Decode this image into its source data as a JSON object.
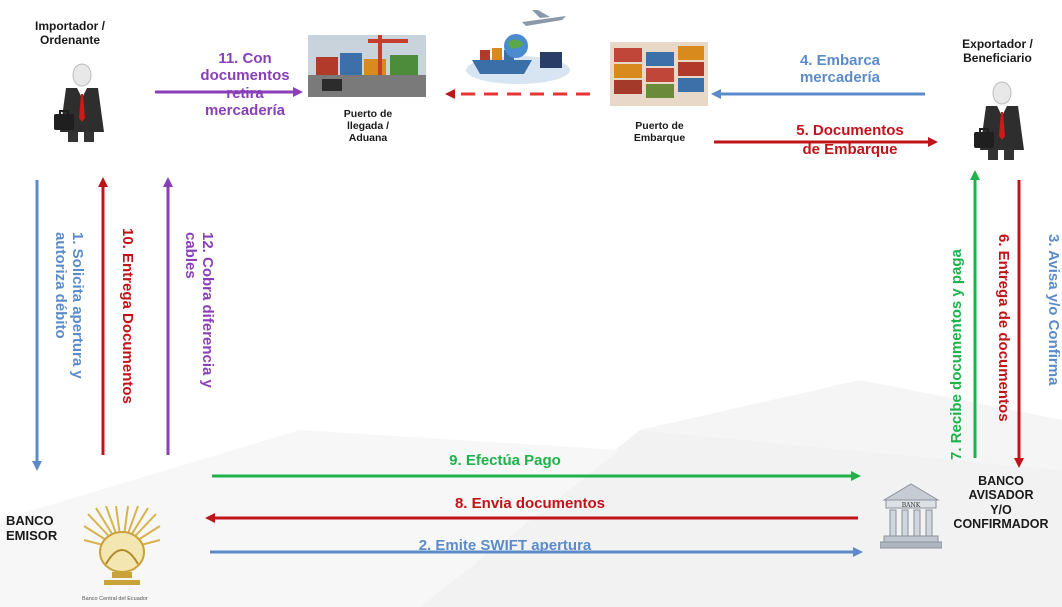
{
  "actors": {
    "importer": "Importador /\nOrdenante",
    "exporter": "Exportador /\nBeneficiario",
    "issuing_bank": "BANCO\nEMISOR",
    "advising_bank": "BANCO\nAVISADOR\nY/O\nCONFIRMADOR",
    "arrival_port": "Puerto de\nllegada /\nAduana",
    "shipping_port": "Puerto de\nEmbarque",
    "central_bank_caption": "Banco Central del Ecuador",
    "bank_sign": "BANK"
  },
  "steps": {
    "s1": "1. Solicita apertura y\nautoriza débito",
    "s2": "2. Emite SWIFT apertura",
    "s3": "3. Avisa y/o Confirma",
    "s4": "4. Embarca\nmercadería",
    "s5": "5. Documentos\nde Embarque",
    "s6": "6. Entrega de documentos",
    "s7": "7. Recibe documentos y paga",
    "s8": "8. Envia documentos",
    "s9": "9. Efectúa Pago",
    "s10": "10. Entrega Documentos",
    "s11": "11. Con\ndocumentos\nretira\nmercadería",
    "s12": "12. Cobra diferencia y\ncables"
  },
  "colors": {
    "blue": "#5b8cc9",
    "red": "#c0141b",
    "green": "#1db34a",
    "purple": "#8a3fb8"
  }
}
